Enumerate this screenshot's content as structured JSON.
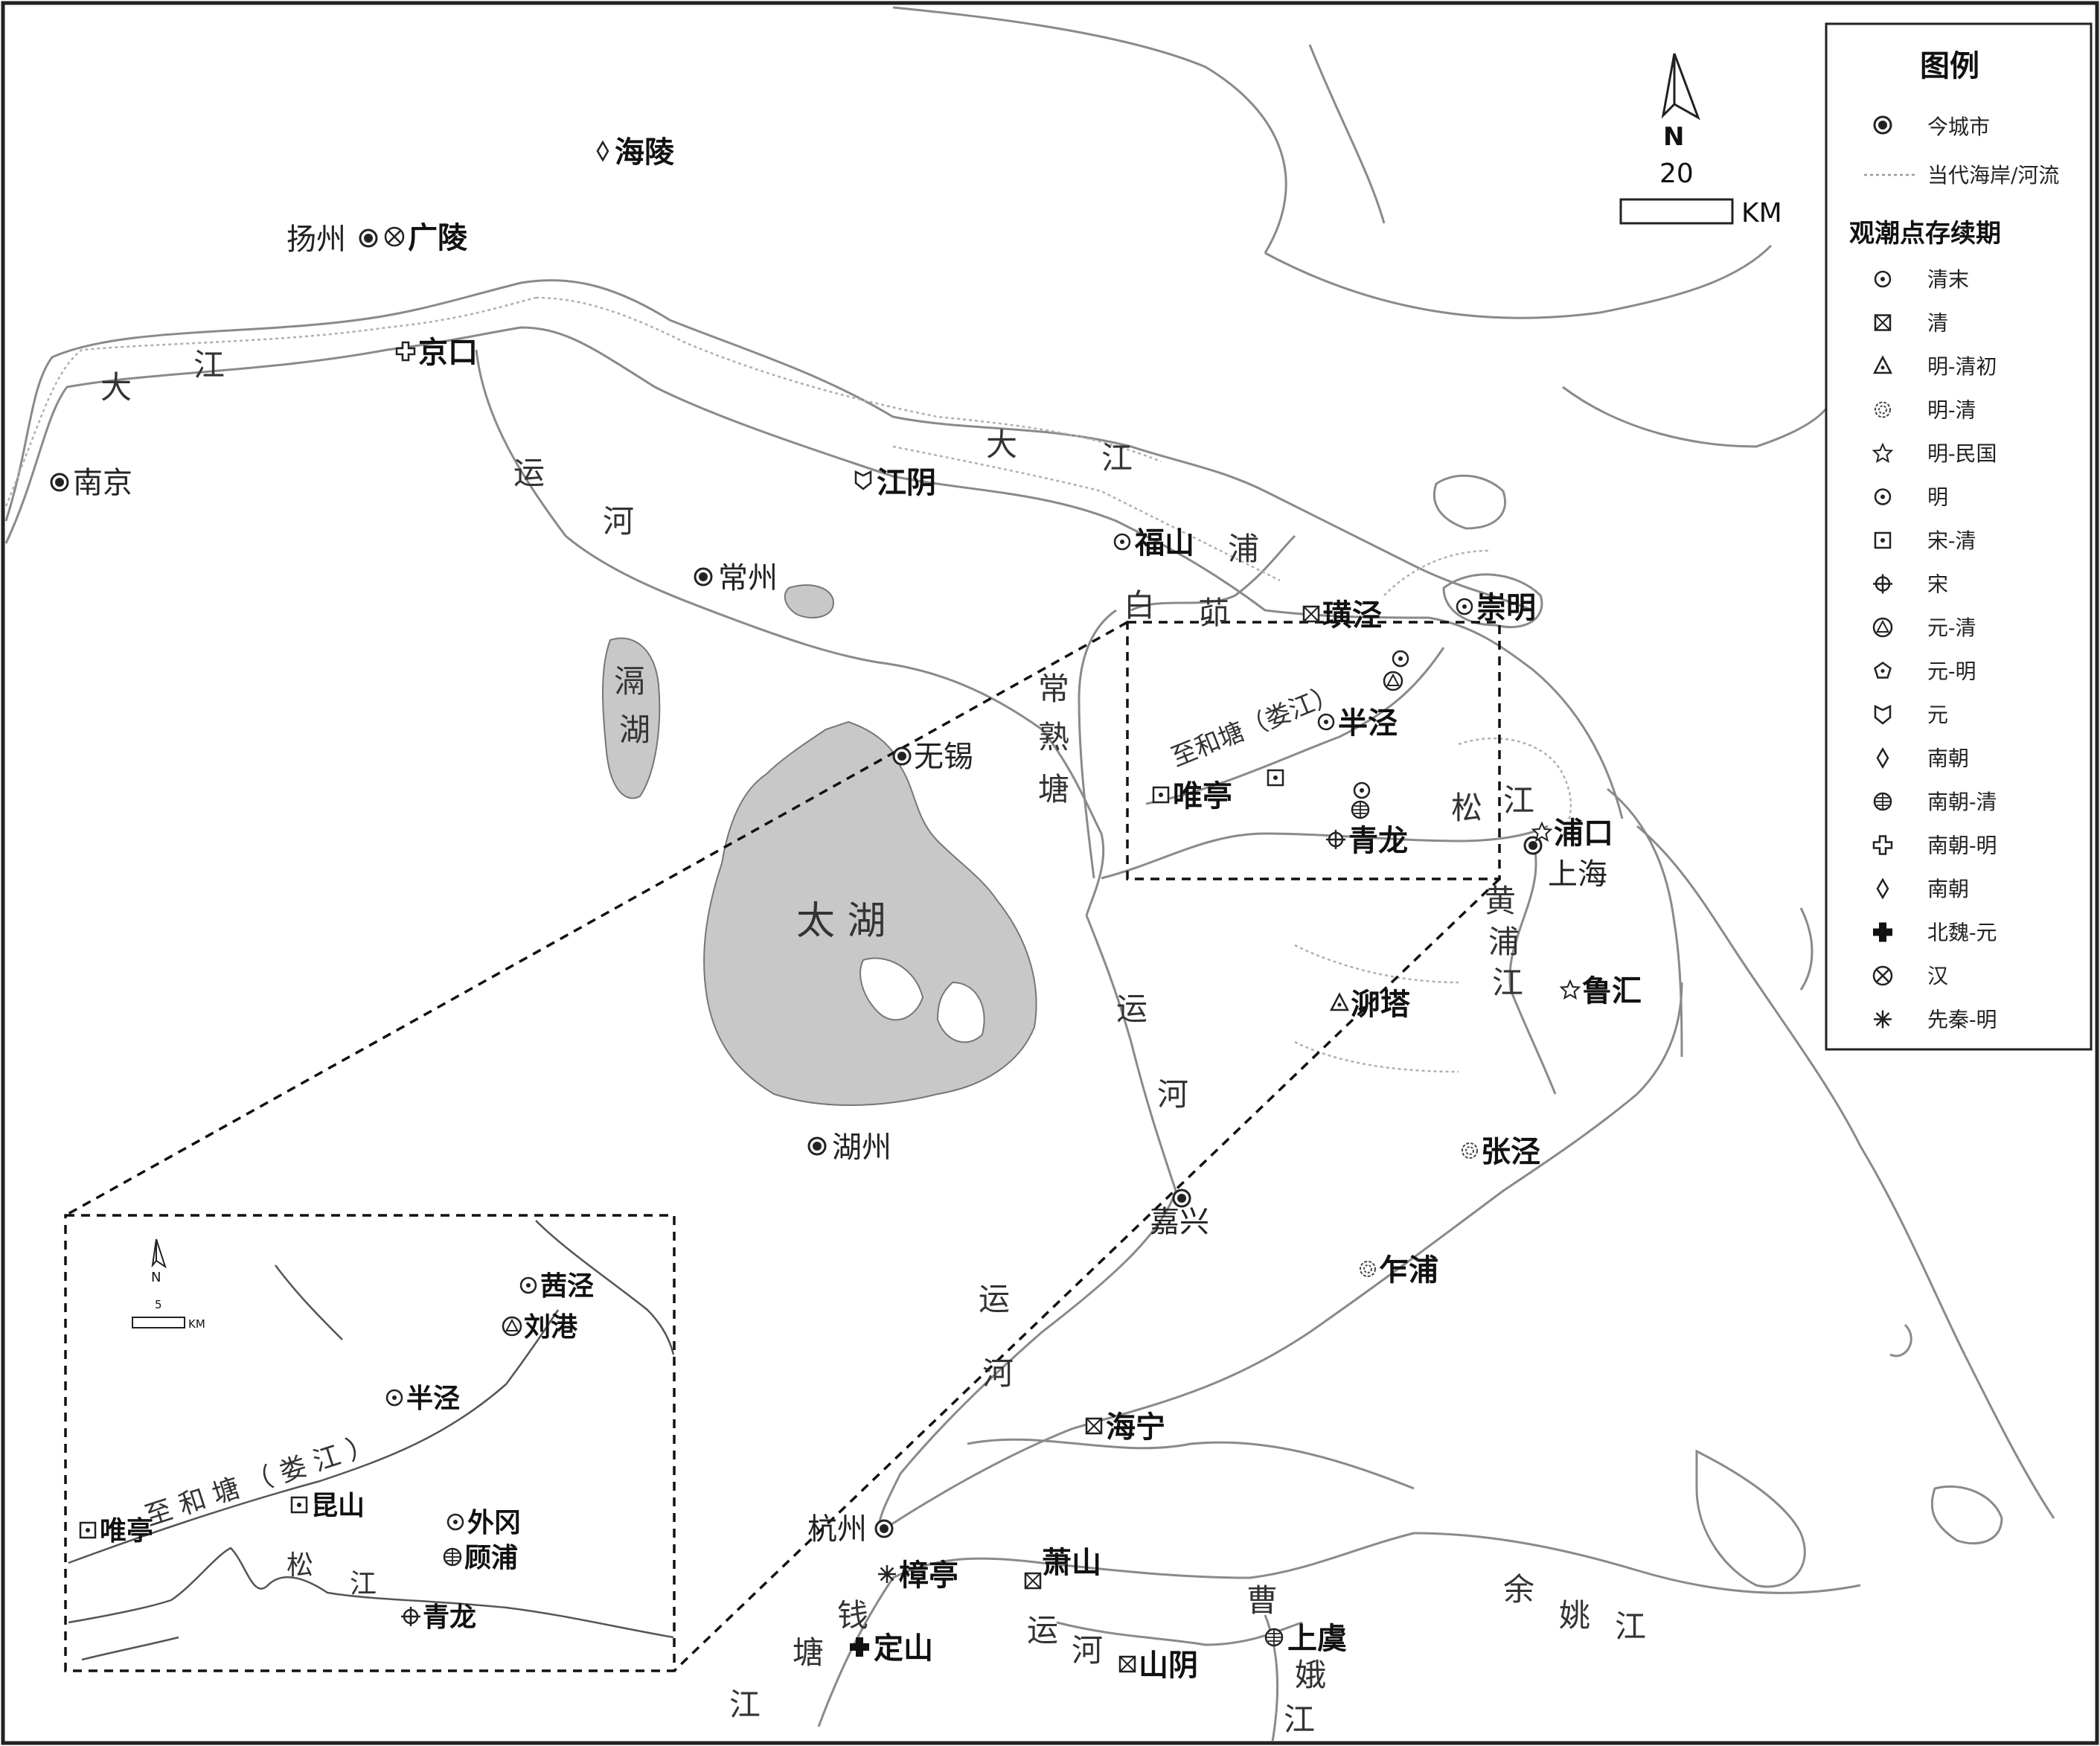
{
  "map": {
    "compass_label": "N",
    "scale_value": "20",
    "scale_unit": "KM",
    "inset_compass_label": "N",
    "inset_scale_value": "5",
    "inset_scale_unit": "KM"
  },
  "water_labels": {
    "dajiang_w1": "大",
    "dajiang_w2": "江",
    "dajiang_e1": "大",
    "dajiang_e2": "江",
    "yunhe_n1": "运",
    "yunhe_n2": "河",
    "yunhe_m1": "运",
    "yunhe_m2": "河",
    "yunhe_s1": "运",
    "yunhe_s2": "河",
    "yunhe_e1": "运",
    "yunhe_e2": "河",
    "gehu1": "滆",
    "gehu2": "湖",
    "taihu": "太 湖",
    "baimao1": "白",
    "baimao2": "茆",
    "pu": "浦",
    "changshutang1": "常",
    "changshutang2": "熟",
    "changshutang3": "塘",
    "zhihetang": "至和塘（娄江）",
    "songjiang1": "松",
    "songjiang2": "江",
    "huangpu1": "黄",
    "huangpu2": "浦",
    "huangpu3": "江",
    "qiantang1": "钱",
    "qiantang2": "塘",
    "qiantang3": "江",
    "cao1": "曹",
    "cao2": "娥",
    "cao3": "江",
    "yuyao1": "余",
    "yuyao2": "姚",
    "yuyao3": "江",
    "inset_zhihetang": "至 和 塘 （ 娄 江 ）",
    "inset_songjiang1": "松",
    "inset_songjiang2": "江"
  },
  "cities_modern": {
    "yangzhou": "扬州",
    "nanjing": "南京",
    "changzhou": "常州",
    "wuxi": "无锡",
    "huzhou": "湖州",
    "jiaxing": "嘉兴",
    "hangzhou": "杭州",
    "shanghai": "上海"
  },
  "sites": {
    "hailing": "海陵",
    "guangling": "广陵",
    "jingkou": "京口",
    "jiangyin": "江阴",
    "fushan": "福山",
    "huangjing": "璜泾",
    "chongming": "崇明",
    "banjing": "半泾",
    "weiting": "唯亭",
    "qinglong": "青龙",
    "pukou": "浦口",
    "maota": "泖塔",
    "luhui": "鲁汇",
    "zhangjing": "张泾",
    "zhapu": "乍浦",
    "haining": "海宁",
    "zhangting": "樟亭",
    "xiaoshan": "萧山",
    "dingshan": "定山",
    "shanyin": "山阴",
    "shangyu": "上虞"
  },
  "inset_sites": {
    "qianjing": "茜泾",
    "liugang": "刘港",
    "banjing": "半泾",
    "weiting": "唯亭",
    "kunshan": "昆山",
    "waigang": "外冈",
    "gupu": "顾浦",
    "qinglong": "青龙"
  },
  "legend": {
    "title": "图例",
    "city": "今城市",
    "coast": "当代海岸/河流",
    "period_title": "观潮点存续期",
    "items": [
      {
        "label": "清末",
        "icon": "dot-circle-icon"
      },
      {
        "label": "清",
        "icon": "crossed-square-icon"
      },
      {
        "label": "明-清初",
        "icon": "dot-triangle-icon"
      },
      {
        "label": "明-清",
        "icon": "flower-icon"
      },
      {
        "label": "明-民国",
        "icon": "star-icon"
      },
      {
        "label": "明",
        "icon": "dot-circle-icon"
      },
      {
        "label": "宋-清",
        "icon": "dot-square-icon"
      },
      {
        "label": "宋",
        "icon": "crosshair-icon"
      },
      {
        "label": "元-清",
        "icon": "triangle-circle-icon"
      },
      {
        "label": "元-明",
        "icon": "dot-pentagon-icon"
      },
      {
        "label": "元",
        "icon": "shield-icon"
      },
      {
        "label": "南朝",
        "icon": "diamond-icon"
      },
      {
        "label": "南朝-清",
        "icon": "grid-circle-icon"
      },
      {
        "label": "南朝-明",
        "icon": "open-cross-icon"
      },
      {
        "label": "南朝",
        "icon": "diamond-icon"
      },
      {
        "label": "北魏-元",
        "icon": "solid-cross-icon"
      },
      {
        "label": "汉",
        "icon": "x-circle-icon"
      },
      {
        "label": "先秦-明",
        "icon": "asterisk-icon"
      }
    ]
  }
}
